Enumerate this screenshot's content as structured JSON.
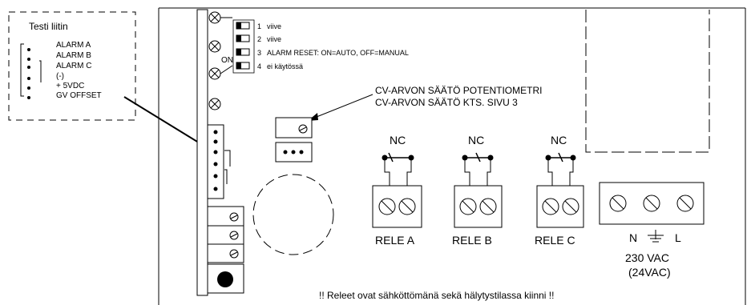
{
  "test_connector": {
    "title": "Testi liitin",
    "pins": [
      "ALARM A",
      "ALARM B",
      "ALARM C",
      "(-)",
      "+ 5VDC",
      "GV OFFSET"
    ]
  },
  "dip_switch": {
    "on_label": "ON",
    "switches": [
      {
        "num": "1",
        "label": "viive"
      },
      {
        "num": "2",
        "label": "viive"
      },
      {
        "num": "3",
        "label": "ALARM RESET: ON=AUTO, OFF=MANUAL"
      },
      {
        "num": "4",
        "label": "ei käytössä"
      }
    ]
  },
  "potentiometer": {
    "label_line1": "CV-ARVON SÄÄTÖ POTENTIOMETRI",
    "label_line2": "CV-ARVON SÄÄTÖ KTS. SIVU 3"
  },
  "relays": [
    {
      "contact": "NC",
      "name": "RELE A"
    },
    {
      "contact": "NC",
      "name": "RELE B"
    },
    {
      "contact": "NC",
      "name": "RELE C"
    }
  ],
  "power": {
    "terminal_labels": [
      "N",
      "L"
    ],
    "voltage": "230 VAC",
    "voltage_alt": "(24VAC)"
  },
  "notice": "!! Releet ovat sähköttömänä sekä hälytystilassa kiinni !!"
}
